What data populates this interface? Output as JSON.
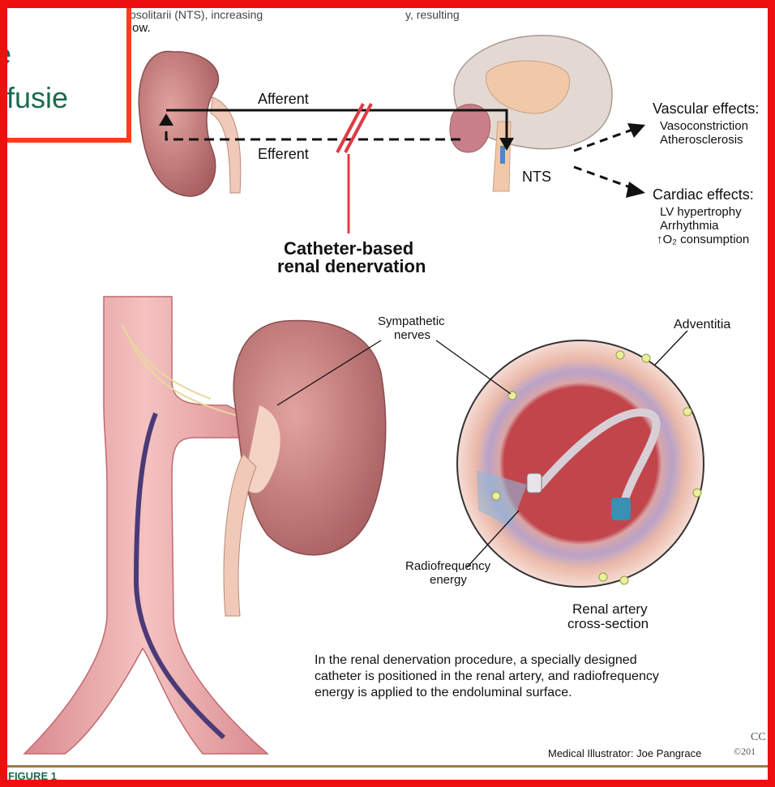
{
  "top_caption": {
    "line1": "osolitarii (NTS), increasing",
    "line1b": "y, resulting",
    "line2": "ow."
  },
  "overlay": {
    "line1": "e",
    "line2": "rfusie"
  },
  "reflex": {
    "afferent": "Afferent",
    "efferent": "Efferent",
    "nts": "NTS",
    "procedure_line1": "Catheter-based",
    "procedure_line2": "renal denervation"
  },
  "vascular": {
    "title": "Vascular effects:",
    "items": [
      "Vasoconstriction",
      "Atherosclerosis"
    ]
  },
  "cardiac": {
    "title": "Cardiac effects:",
    "items": [
      "LV hypertrophy",
      "Arrhythmia",
      "↑O₂ consumption"
    ]
  },
  "labels": {
    "sympathetic": [
      "Sympathetic",
      "nerves"
    ],
    "adventitia": "Adventitia",
    "radiofrequency": [
      "Radiofrequency",
      "energy"
    ],
    "cross_section": [
      "Renal artery",
      "cross-section"
    ]
  },
  "description": [
    "In the renal denervation procedure, a specially designed",
    "catheter is positioned in the renal artery, and radiofrequency",
    "energy is applied to the endoluminal surface."
  ],
  "credit": "Medical Illustrator: Joe Pangrace",
  "copyright": [
    "CC",
    "©201"
  ],
  "figure_label": "FIGURE 1",
  "colors": {
    "frame": "#ee0f0f",
    "overlay_border": "#ff3b1a",
    "overlay_text": "#1b6b4b",
    "kidney": "#b46a6a",
    "aorta": "#e9a3a3"
  }
}
